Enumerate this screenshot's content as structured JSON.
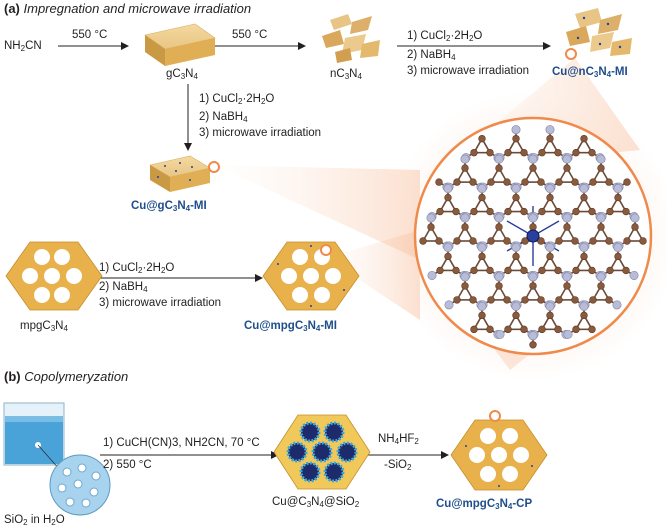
{
  "section_a": {
    "label": "(a)",
    "title": "Impregnation and microwave irradiation"
  },
  "section_b": {
    "label": "(b)",
    "title": "Copolymeryzation"
  },
  "start": {
    "main": "NH",
    "sub1": "2",
    "rest": "CN"
  },
  "temps": {
    "t1": "550 °C",
    "t2": "550 °C"
  },
  "materials": {
    "gcn": {
      "main": "gC",
      "s1": "3",
      "n": "N",
      "s2": "4"
    },
    "ncn": {
      "main": "nC",
      "s1": "3",
      "n": "N",
      "s2": "4"
    },
    "mpg": {
      "main": "mpgC",
      "s1": "3",
      "n": "N",
      "s2": "4"
    },
    "sio2": {
      "a": "SiO",
      "s": "2",
      "b": " in H",
      "s2": "2",
      "c": "O"
    },
    "cusio2": {
      "a": "Cu@C",
      "s1": "3",
      "b": "N",
      "s2": "4",
      "c": "@SiO",
      "s3": "2"
    }
  },
  "steps": {
    "cucl2": {
      "a": "1) CuCl",
      "s1": "2",
      "b": "·2H",
      "s2": "2",
      "c": "O"
    },
    "nabh4": {
      "a": "2) NaBH",
      "s": "4"
    },
    "mw": "3) microwave irradiation",
    "copoly1": "1) CuCH(CN)3, NH2CN, 70 °C",
    "copoly2": "2) 550 °C",
    "nh4hf2": {
      "a": "NH",
      "s1": "4",
      "b": "HF",
      "s2": "2"
    },
    "minus_sio2": {
      "a": "-SiO",
      "s": "2"
    }
  },
  "products": {
    "cu_ncn": {
      "a": "Cu@nC",
      "s1": "3",
      "b": "N",
      "s2": "4",
      "c": "-MI"
    },
    "cu_gcn": {
      "a": "Cu@gC",
      "s1": "3",
      "b": "N",
      "s2": "4",
      "c": "-MI"
    },
    "cu_mpg_mi": {
      "a": "Cu@mpgC",
      "s1": "3",
      "b": "N",
      "s2": "4",
      "c": "-MI"
    },
    "cu_mpg_cp": {
      "a": "Cu@mpgC",
      "s1": "3",
      "b": "N",
      "s2": "4",
      "c": "-CP"
    }
  },
  "colors": {
    "gold": "#e8b14c",
    "gold_dark": "#c58f2b",
    "navy": "#1f4e8c",
    "orange": "#f08a4b",
    "carbon": "#8a5a3c",
    "nitrogen": "#b8bcd6",
    "copper": "#2a3f9e",
    "water": "#4aa3d8"
  }
}
